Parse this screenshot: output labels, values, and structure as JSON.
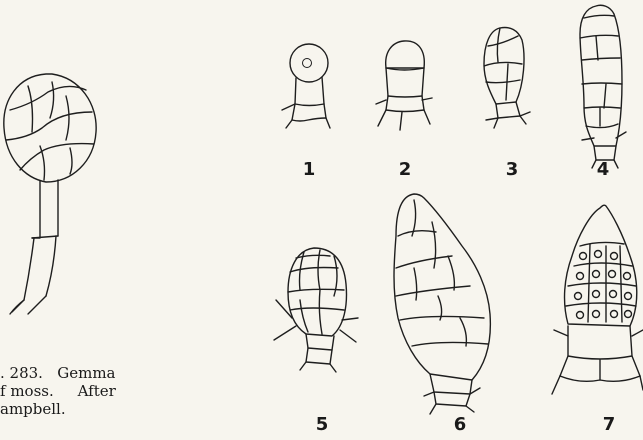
{
  "caption": {
    "line1": ". 283.   Gemma",
    "line2": "f moss.     After",
    "line3": "ampbell."
  },
  "stage_labels": [
    "1",
    "2",
    "3",
    "4",
    "5",
    "6",
    "7"
  ]
}
